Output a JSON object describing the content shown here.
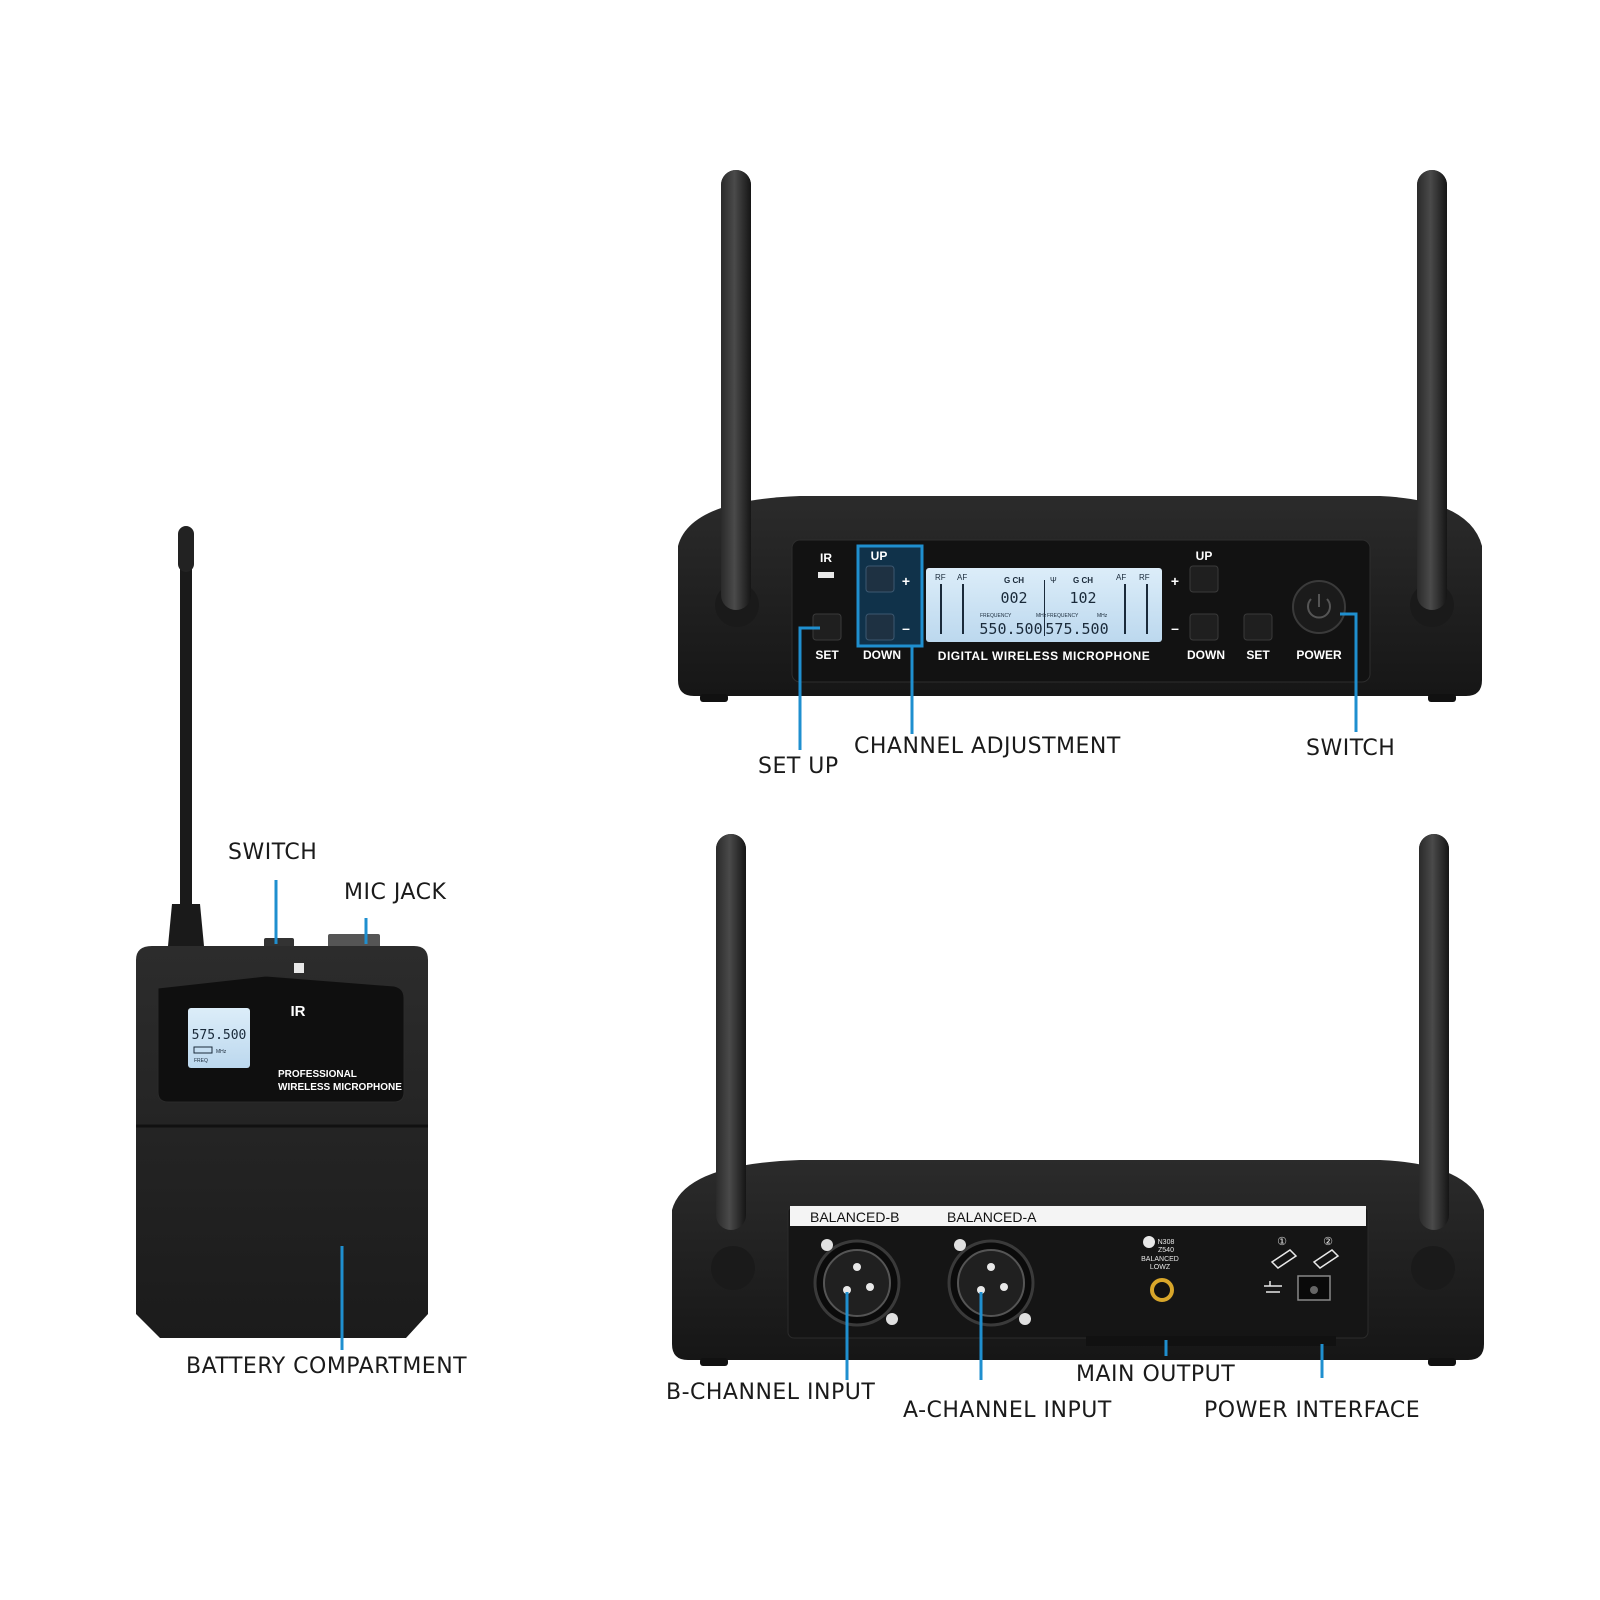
{
  "colors": {
    "accent": "#1f8fcf",
    "body": "#1e1e1e",
    "panel": "#141414",
    "lcd": "#cfe4f4",
    "lcd_text": "#1a2a3a",
    "gold": "#d8a62a"
  },
  "callouts": {
    "set_up": "SET UP",
    "channel_adjustment": "CHANNEL ADJUSTMENT",
    "receiver_switch": "SWITCH",
    "bodypack_switch": "SWITCH",
    "mic_jack": "MIC JACK",
    "battery_compartment": "BATTERY COMPARTMENT",
    "b_channel_input": "B-CHANNEL INPUT",
    "a_channel_input": "A-CHANNEL INPUT",
    "main_output": "MAIN OUTPUT",
    "power_interface": "POWER INTERFACE"
  },
  "receiver_front": {
    "ir_label": "IR",
    "left_up": "UP",
    "left_plus": "+",
    "left_minus": "–",
    "left_set": "SET",
    "left_down": "DOWN",
    "right_up": "UP",
    "right_plus": "+",
    "right_minus": "–",
    "right_down": "DOWN",
    "right_set": "SET",
    "power": "POWER",
    "brand": "DIGITAL WIRELESS MICROPHONE",
    "lcd": {
      "rf_left": "RF",
      "af_left": "AF",
      "gch_left": "G CH",
      "channel_a": "002",
      "freq_label_left": "FREQUENCY",
      "mhz_left": "MHz",
      "freq_a": "550.500",
      "gch_right": "G CH",
      "channel_b": "102",
      "freq_label_right": "FREQUENCY",
      "mhz_right": "MHz",
      "freq_b": "575.500",
      "af_right": "AF",
      "rf_right": "RF"
    }
  },
  "receiver_back": {
    "balanced_b": "BALANCED-B",
    "balanced_a": "BALANCED-A",
    "out_line1": "N308",
    "out_line2": "Z540",
    "out_line3": "BALANCED",
    "out_line4": "LOWZ",
    "step1": "①",
    "step2": "②"
  },
  "bodypack": {
    "ir_label": "IR",
    "lcd_freq": "575.500",
    "lcd_mhz": "MHz",
    "lcd_freq_label": "FREQ",
    "label_line1": "PROFESSIONAL",
    "label_line2": "WIRELESS MICROPHONE"
  }
}
